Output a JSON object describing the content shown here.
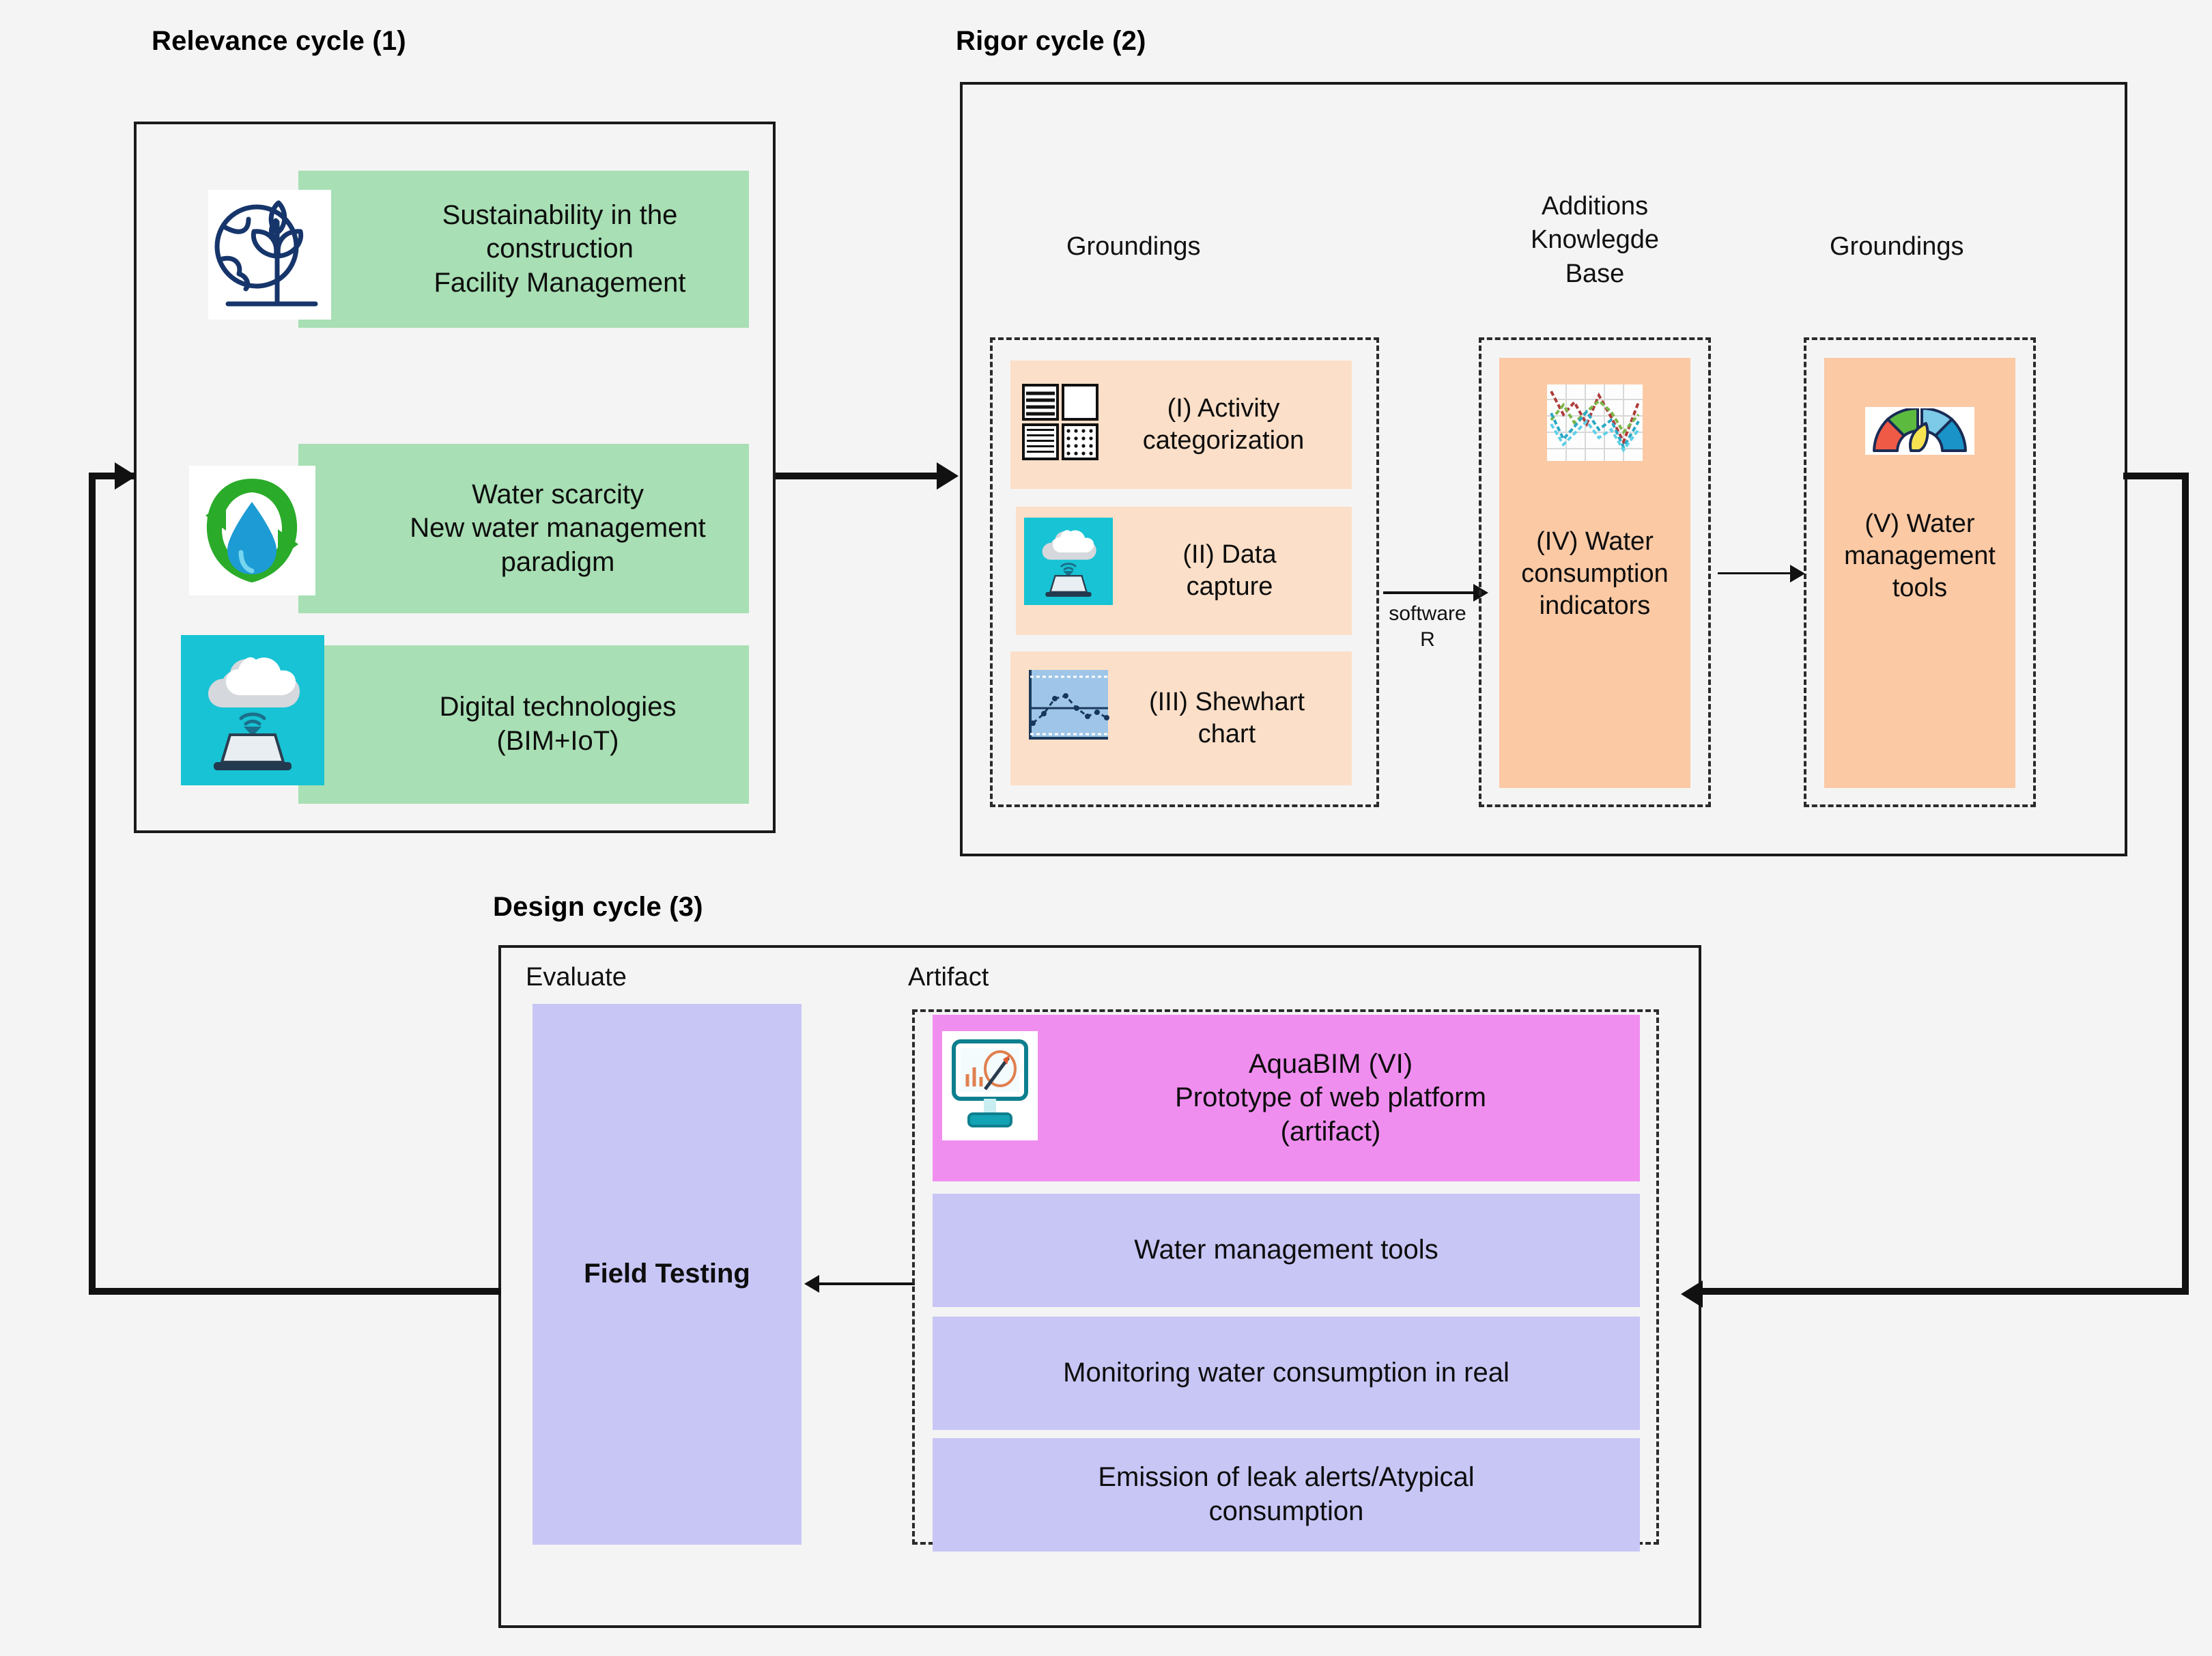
{
  "diagram": {
    "title_relevance": "Relevance cycle (1)",
    "title_rigor": "Rigor cycle (2)",
    "title_design": "Design cycle (3)"
  },
  "relevance_cycle": {
    "label": "Relevance cycle (1)",
    "items": [
      {
        "icon": "globe-plant-sustainability-icon",
        "text": "Sustainability in the construction\nFacility Management"
      },
      {
        "icon": "water-recycle-droplet-icon",
        "text": "Water scarcity\nNew water management\nparadigm"
      },
      {
        "icon": "cloud-laptop-iot-icon",
        "text": "Digital technologies\n(BIM+IoT)"
      }
    ]
  },
  "rigor_cycle": {
    "label": "Rigor cycle (2)",
    "column_labels": {
      "groundings_left": "Groundings",
      "knowledge_base": "Additions\nKnowlegde\nBase",
      "groundings_right": "Groundings"
    },
    "groundings_items": [
      {
        "icon": "activity-grid-categorization-icon",
        "text": "(I) Activity\ncategorization"
      },
      {
        "icon": "cloud-laptop-data-capture-icon",
        "text": "(II) Data\ncapture"
      },
      {
        "icon": "shewhart-control-chart-icon",
        "text": "(III) Shewhart\nchart"
      }
    ],
    "knowledge_base_item": {
      "icon": "line-chart-indicators-icon",
      "text": "(IV) Water\nconsumption\nindicators"
    },
    "groundings_right_item": {
      "icon": "gauge-dashboard-icon",
      "text": "(V) Water\nmanagement\ntools"
    },
    "arrow_label": "software\nR"
  },
  "design_cycle": {
    "label": "Design cycle (3)",
    "evaluate_label": "Evaluate",
    "artifact_label": "Artifact",
    "evaluate_item": "Field Testing",
    "artifact_items": [
      {
        "icon": "monitor-analytics-aquabim-icon",
        "text": "AquaBIM (VI)\nPrototype of web platform\n(artifact)"
      },
      {
        "icon": "",
        "text": "Water management tools"
      },
      {
        "icon": "",
        "text": "Monitoring water consumption in real"
      },
      {
        "icon": "",
        "text": "Emission of leak alerts/Atypical\nconsumption"
      }
    ]
  },
  "colors": {
    "background": "#f4f4f4",
    "green": "#a8dfb4",
    "peach": "#fcdfc8",
    "peach_strong": "#fbc9a4",
    "lilac": "#c8c6f5",
    "magenta": "#f08ef0",
    "cyan": "#17c3d4",
    "outline": "#1a1a1a"
  }
}
